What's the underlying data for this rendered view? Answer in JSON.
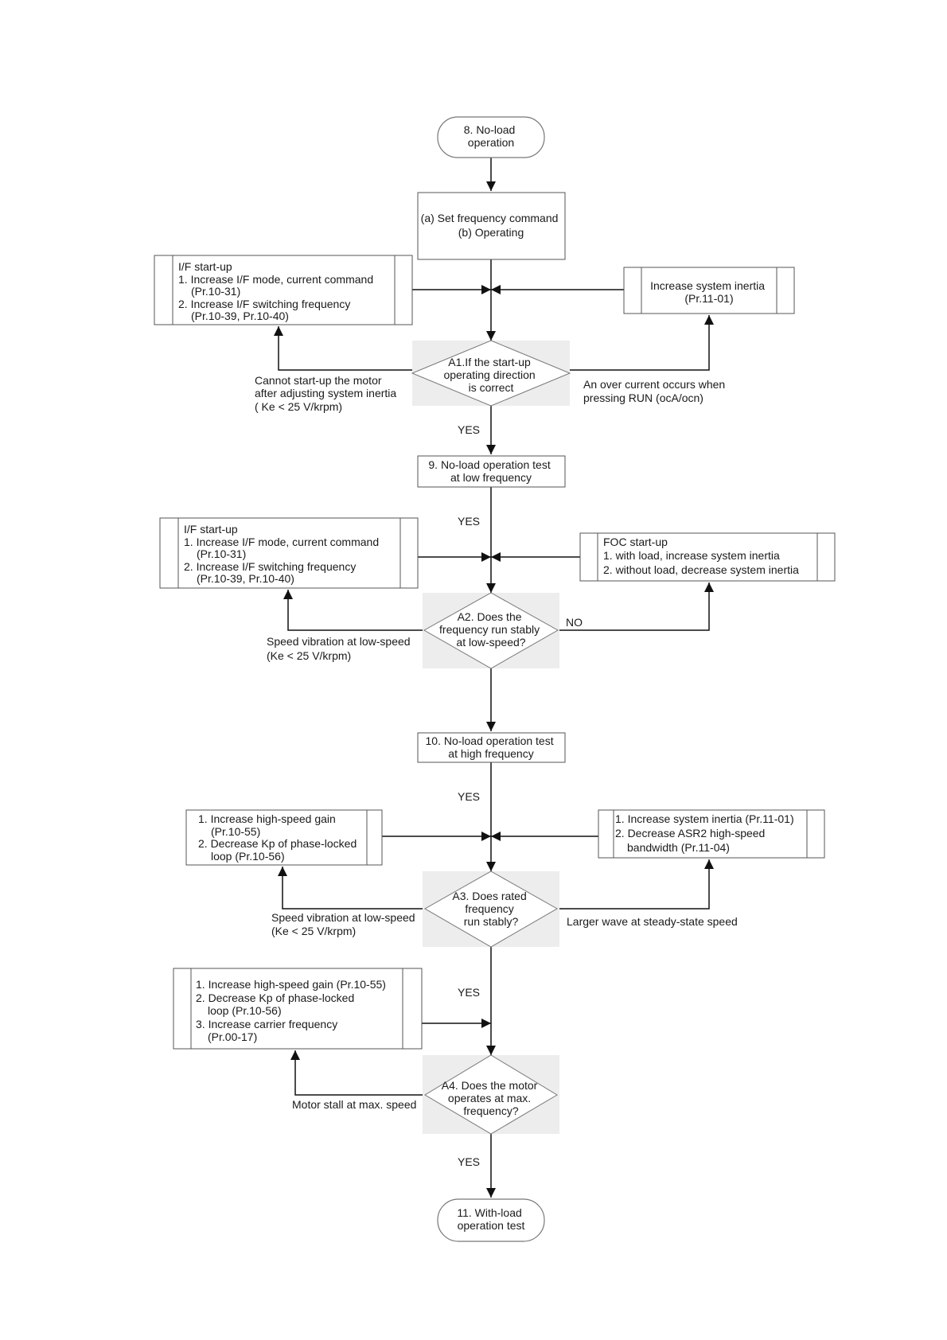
{
  "start": [
    "8. No-load",
    "operation"
  ],
  "step_a": [
    "(a) Set frequency command",
    "(b) Operating"
  ],
  "a1_left_box": [
    "I/F start-up",
    "1. Increase I/F mode, current command",
    "(Pr.10-31)",
    "2. Increase I/F switching frequency",
    "(Pr.10-39, Pr.10-40)"
  ],
  "a1_right_box": [
    "Increase system inertia",
    "(Pr.11-01)"
  ],
  "a1_decision": [
    "A1.If the start-up",
    "operating direction",
    "is correct"
  ],
  "a1_left_label": [
    "Cannot start-up the motor",
    "after adjusting system inertia",
    "( Ke < 25 V/krpm)"
  ],
  "a1_right_label": [
    "An over current occurs when",
    "pressing RUN (ocA/ocn)"
  ],
  "a1_yes": "YES",
  "step9": [
    "9. No-load operation test",
    "at low frequency"
  ],
  "step9_yes": "YES",
  "a2_left_box": [
    "I/F start-up",
    "1. Increase I/F mode, current command",
    "(Pr.10-31)",
    "2. Increase I/F switching frequency",
    "(Pr.10-39, Pr.10-40)"
  ],
  "a2_right_box": [
    "FOC start-up",
    "1. with load, increase system inertia",
    "2. without load, decrease system inertia"
  ],
  "a2_decision": [
    "A2. Does the",
    "frequency run stably",
    "at low-speed?"
  ],
  "a2_left_label": [
    "Speed vibration at low-speed",
    "(Ke < 25 V/krpm)"
  ],
  "a2_no": "NO",
  "step10": [
    "10. No-load operation test",
    "at high frequency"
  ],
  "step10_yes": "YES",
  "a3_left_box": [
    "1. Increase high-speed gain",
    "(Pr.10-55)",
    "2. Decrease Kp of phase-locked",
    "loop (Pr.10-56)"
  ],
  "a3_right_box": [
    "1. Increase system inertia (Pr.11-01)",
    "2. Decrease ASR2 high-speed",
    "bandwidth (Pr.11-04)"
  ],
  "a3_decision": [
    "A3. Does rated",
    "frequency",
    "run stably?"
  ],
  "a3_left_label": [
    "Speed vibration at low-speed",
    "(Ke < 25 V/krpm)"
  ],
  "a3_right_label": "Larger wave at steady-state speed",
  "a3_yes": "YES",
  "a4_box": [
    "1. Increase high-speed gain (Pr.10-55)",
    "2. Decrease Kp of phase-locked",
    "loop (Pr.10-56)",
    "3. Increase carrier frequency",
    "(Pr.00-17)"
  ],
  "a4_decision": [
    "A4. Does the motor",
    "operates at max.",
    "frequency?"
  ],
  "a4_left_label": "Motor stall at max. speed",
  "a4_yes": "YES",
  "end": [
    "11. With-load",
    "operation test"
  ]
}
